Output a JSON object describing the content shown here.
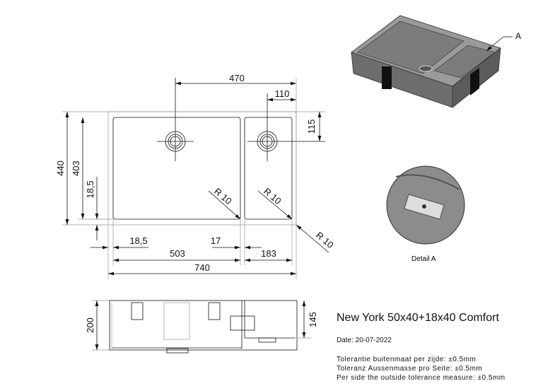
{
  "title": "New York 50x40+18x40 Comfort",
  "date": "Date: 20-07-2022",
  "tolerances": [
    "Tolerantie buitenmaat per zijde: ±0.5mm",
    "Toleranz Aussenmasse pro Seite: ±0.5mm",
    "Per side the outside tolerance measure: ±0.5mm"
  ],
  "detail_label": "Detail A",
  "callout_label": "A",
  "dimensions": {
    "d470": "470",
    "d110": "110",
    "d115": "115",
    "d440": "440",
    "d403": "403",
    "d18_5_v": "18,5",
    "d18_5_h": "18,5",
    "d17": "17",
    "d503": "503",
    "d183": "183",
    "d740": "740",
    "r1": "R 10",
    "r2": "R 10",
    "r3": "R 10",
    "d200": "200",
    "d145": "145"
  },
  "colors": {
    "line": "#111111",
    "steel": "#8a8a8a",
    "steel_dark": "#5a5a5a"
  }
}
